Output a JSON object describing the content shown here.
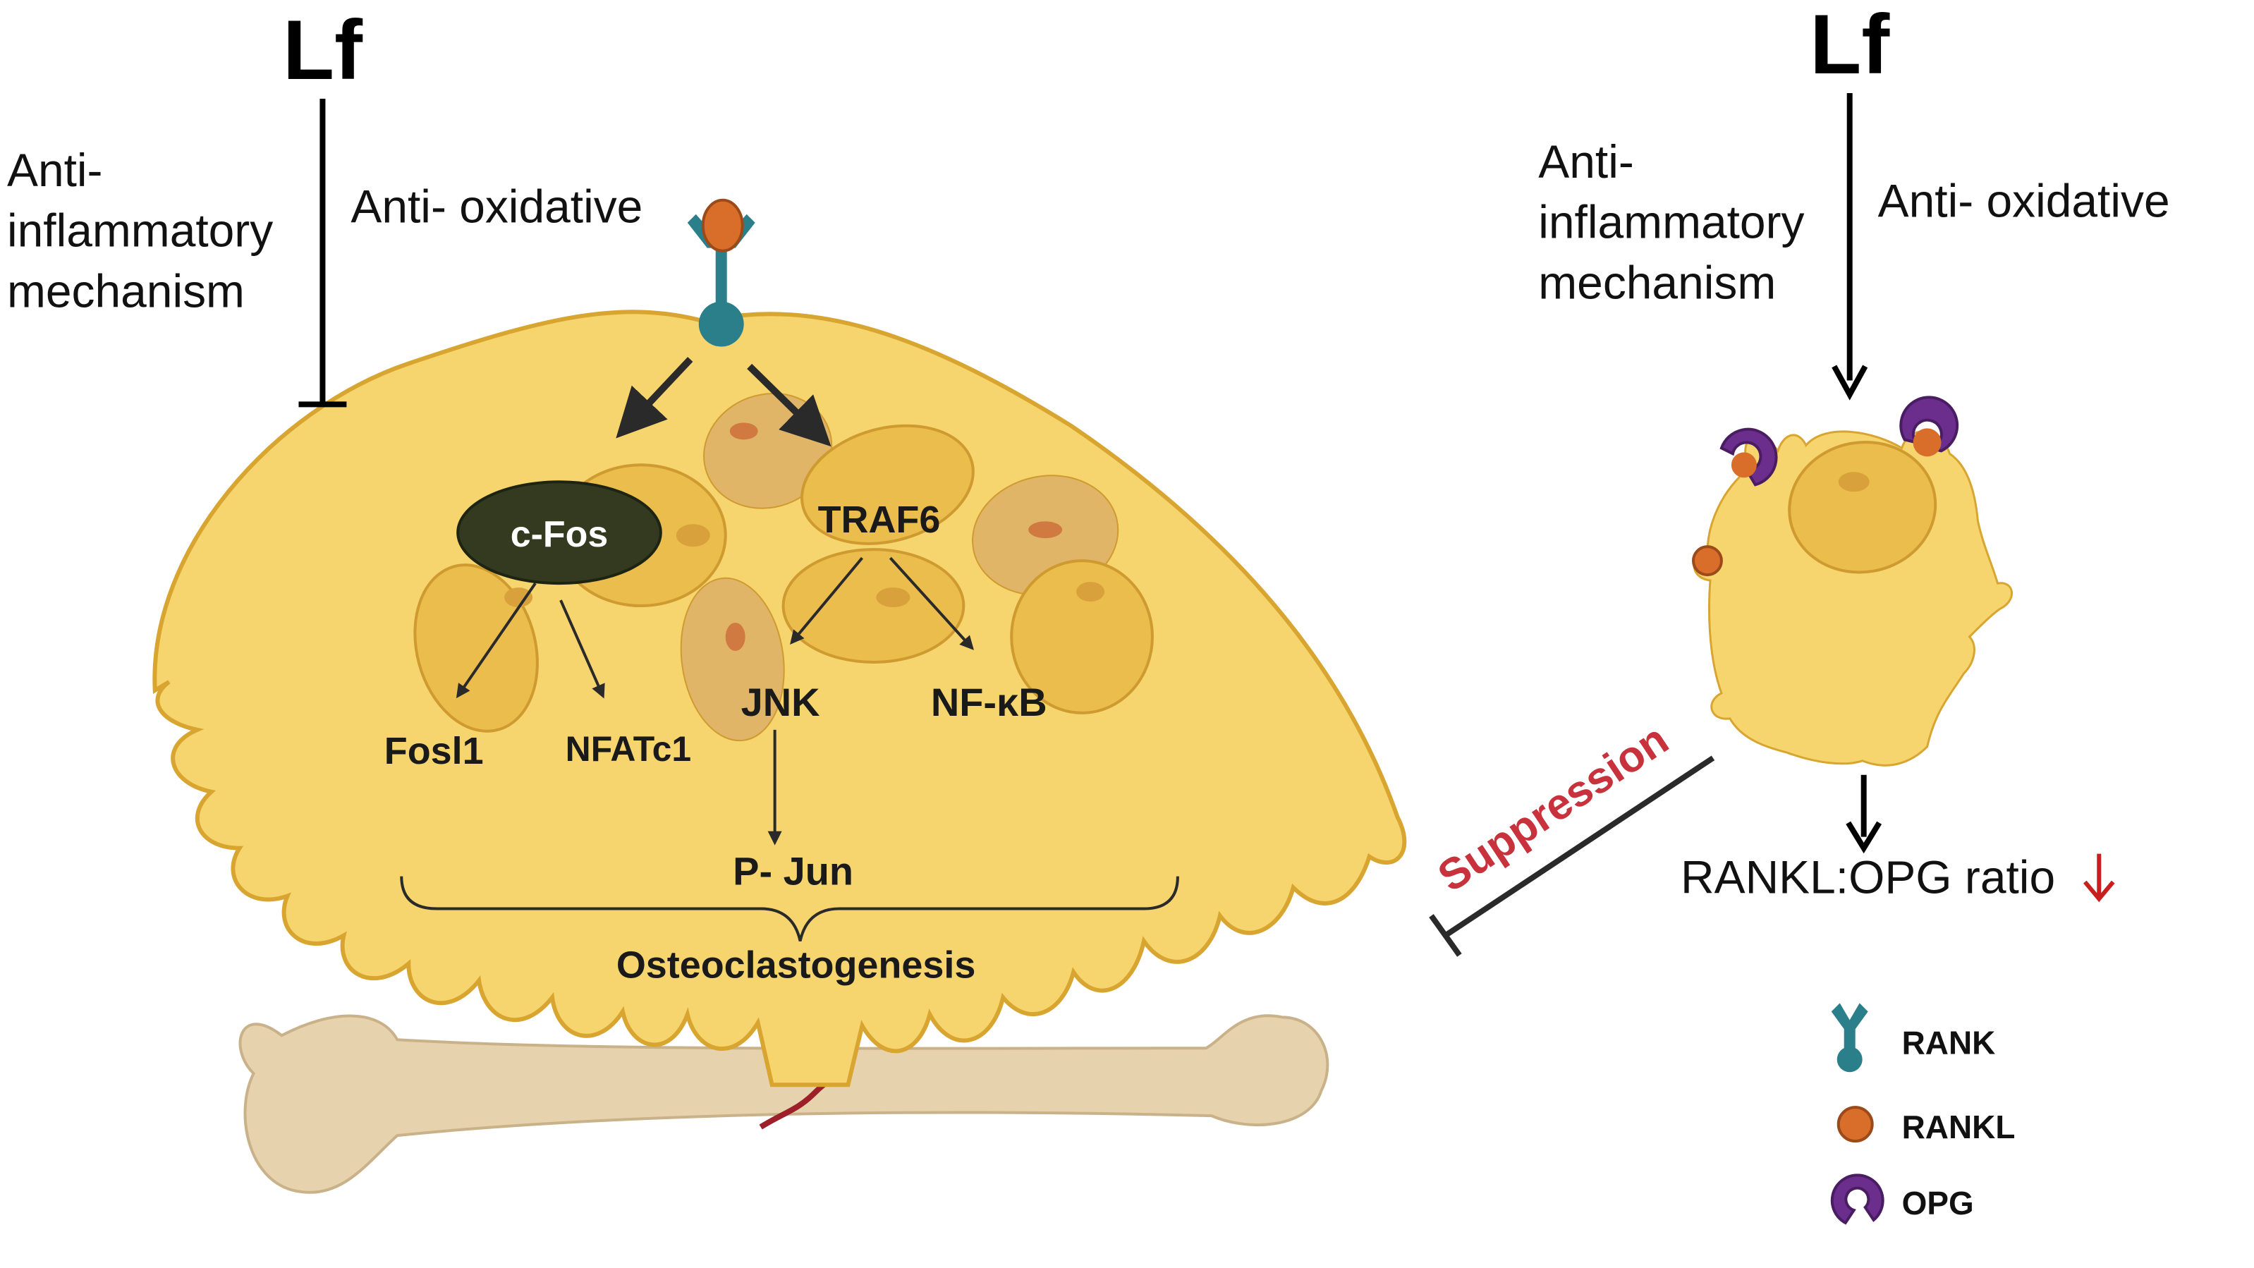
{
  "left_panel": {
    "agent": "Lf",
    "mechanism_lines": [
      "Anti-",
      "inflammatory",
      "mechanism"
    ],
    "oxidative": "Anti- oxidative",
    "signals": {
      "cfos": "c-Fos",
      "traf6": "TRAF6",
      "fosl1": "Fosl1",
      "nfatc1": "NFATc1",
      "jnk": "JNK",
      "nfkb": "NF-κB",
      "pjun": "P- Jun",
      "outcome": "Osteoclastogenesis"
    }
  },
  "suppression_label": "Suppression",
  "right_panel": {
    "agent": "Lf",
    "mechanism_lines": [
      "Anti-",
      "inflammatory",
      "mechanism"
    ],
    "oxidative": "Anti- oxidative",
    "ratio_label": "RANKL:OPG ratio"
  },
  "legend": {
    "rank": "RANK",
    "rankl": "RANKL",
    "opg": "OPG"
  },
  "colors": {
    "cell_fill": "#f6d56e",
    "cell_stroke": "#d9a531",
    "nucleus": "#ebbd4c",
    "nucleus_stroke": "#cf9a30",
    "cfos_fill": "#333a1f",
    "rank_teal": "#2b7f8a",
    "rankl_orange": "#d86e2a",
    "opg_purple": "#6b2e8c",
    "suppression_red": "#c8323c",
    "down_arrow_red": "#c81e1e",
    "bone": "#e6d2ac"
  }
}
